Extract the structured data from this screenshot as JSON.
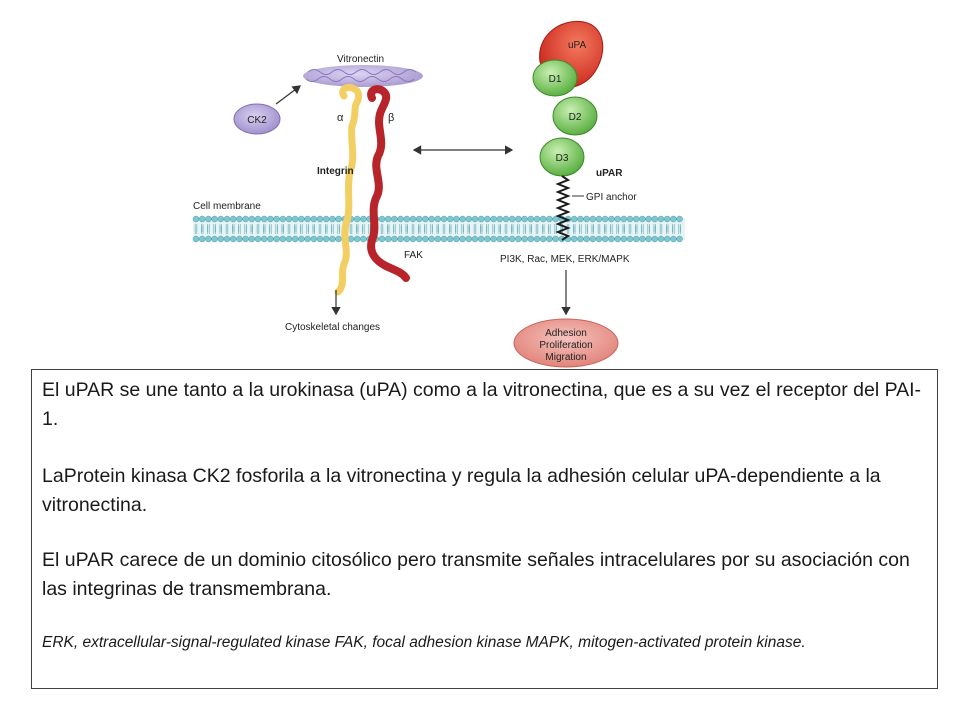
{
  "diagram": {
    "labels": {
      "vitronectin": "Vitronectin",
      "ck2": "CK2",
      "alpha": "α",
      "beta": "β",
      "integrin": "Integrin",
      "cell_membrane": "Cell membrane",
      "fak": "FAK",
      "cytoskeletal": "Cytoskeletal changes",
      "upa": "uPA",
      "d1": "D1",
      "d2": "D2",
      "d3": "D3",
      "upar": "uPAR",
      "gpi": "GPI anchor",
      "signaling": "PI3K, Rac, MEK, ERK/MAPK",
      "outcomes": [
        "Adhesion",
        "Proliferation",
        "Migration"
      ]
    },
    "colors": {
      "membrane": "#7fc6cf",
      "vitronectin": "#a99ad2",
      "ck2": "#a99ad2",
      "integrin_alpha": "#f3cf63",
      "integrin_beta": "#b7242a",
      "domain": "#8fd174",
      "upa": "#e24b35",
      "outcome": "#e9958c"
    }
  },
  "caption": {
    "paragraphs": [
      "El uPAR  se une tanto a la urokinasa (uPA) como a la vitronectina, que es a  su vez el receptor del PAI-1.",
      "LaProtein kinasa CK2 fosforila a la vitronectina y regula la adhesión celular uPA-dependiente a la vitronectina.",
      "El uPAR carece de un dominio citosólico pero transmite señales intracelulares por su asociación con las integrinas de transmembrana."
    ],
    "abbreviations": "ERK, extracellular-signal-regulated kinase FAK, focal adhesion kinase MAPK, mitogen-activated protein kinase."
  }
}
